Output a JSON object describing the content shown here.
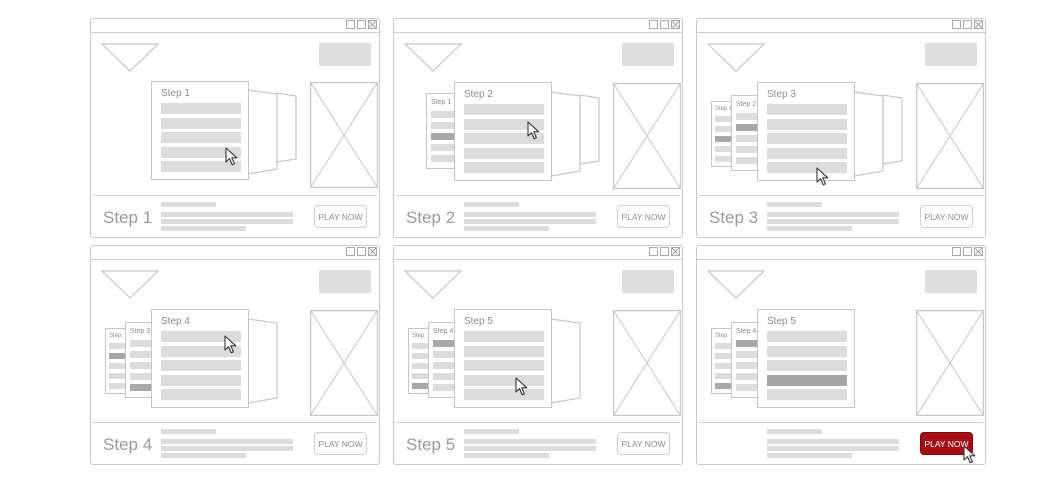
{
  "panels": [
    {
      "step_label": "Step 1",
      "card_title": "Step 1",
      "stack": [],
      "play_label": "PLAY NOW"
    },
    {
      "step_label": "Step 2",
      "card_title": "Step 2",
      "stack": [
        "Step 1"
      ],
      "play_label": "PLAY NOW"
    },
    {
      "step_label": "Step 3",
      "card_title": "Step 3",
      "stack": [
        "Step 1",
        "Step 2"
      ],
      "play_label": "PLAY NOW"
    },
    {
      "step_label": "Step 4",
      "card_title": "Step 4",
      "stack": [
        "Step",
        "Step 3"
      ],
      "play_label": "PLAY NOW"
    },
    {
      "step_label": "Step 5",
      "card_title": "Step 5",
      "stack": [
        "Step",
        "Step 4"
      ],
      "play_label": "PLAY NOW"
    },
    {
      "step_label": "",
      "card_title": "Step 5",
      "stack": [
        "Step",
        "Step 4"
      ],
      "play_label": "PLAY NOW"
    }
  ],
  "icons": {
    "window_minimize": "window-minimize-icon",
    "window_maximize": "window-maximize-icon",
    "window_close": "window-close-icon",
    "logo": "triangle-logo-icon",
    "image_placeholder": "image-placeholder-icon",
    "cursor": "mouse-pointer-icon"
  },
  "colors": {
    "outline": "#c9c9c9",
    "placeholder_fill": "#dcdcdc",
    "highlight_fill": "#a8a8a8",
    "play_now_active": "#a40e12"
  }
}
